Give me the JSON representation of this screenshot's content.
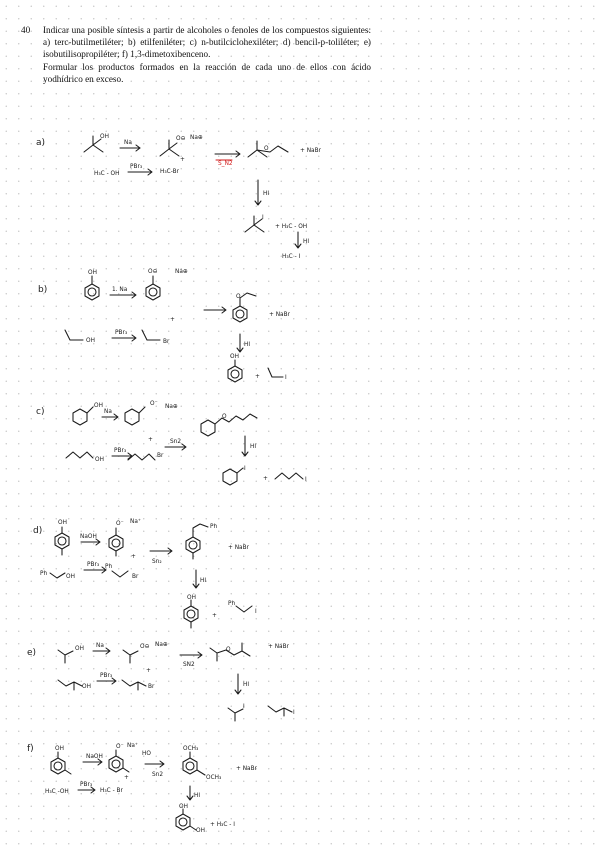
{
  "problem": {
    "number": "40",
    "paragraph1": "Indicar una posible síntesis a partir de alcoholes o fenoles de los compuestos siguientes: a) terc-butilmetiléter; b) etilfeniléter; c) n-butilciclohexiléter; d) bencil-p-toliléter; e) isobutilisopropiléter; f) 1,3-dimetoxibenceno.",
    "paragraph2": "Formular los productos formados en la reacción de cada uno de ellos con ácido yodhídrico en exceso."
  },
  "parts": {
    "a": {
      "label": "a)",
      "oh": "OH",
      "na": "Na",
      "o_neg": "O⊖",
      "na_pos": "Na⊕",
      "plus": "+",
      "sn2": "S_N2",
      "methanol": "H₃C - OH",
      "pbr3": "PBr₃",
      "mebr": "H₃C-Br",
      "nabr": "+ NaBr",
      "hi": "HI",
      "i": "I",
      "plus_meoh": "+ H₃C - OH",
      "hi2": "HI",
      "mei": "H₃C - I"
    },
    "b": {
      "label": "b)",
      "oh": "OH",
      "step": "1. Na",
      "o_neg": "O⊖",
      "na_pos": "Na⊕",
      "plus": "+",
      "o": "O",
      "nabr": "+ NaBr",
      "ethanol": "OH",
      "pbr3": "PBr₃",
      "br": "Br",
      "hi": "HI",
      "oh2": "OH",
      "plus2": "+",
      "i": "I"
    },
    "c": {
      "label": "c)",
      "oh": "OH",
      "na": "Na",
      "o_neg": "O⁻",
      "na_pos": "Na⊕",
      "plus": "+",
      "sn2": "Sn2",
      "o": "O",
      "oh2": "OH",
      "pbr3": "PBr₃",
      "br": "Br",
      "hi": "HI",
      "i": "I",
      "plus2": "+",
      "i2": "I"
    },
    "d": {
      "label": "d)",
      "oh": "OH",
      "naoh": "NaOH",
      "o_neg": "O⁻",
      "na_pos": "Na⁺",
      "plus": "+",
      "sn2": "Sn₂",
      "ph": "Ph",
      "nabr": "+ NaBr",
      "ph2": "Ph",
      "oh2": "OH",
      "pbr3": "PBr₃",
      "ph3": "Ph",
      "br": "Br",
      "hi": "HI",
      "oh3": "OH",
      "plus2": "+",
      "ph4": "Ph",
      "i": "I"
    },
    "e": {
      "label": "e)",
      "oh": "OH",
      "na": "Na",
      "o_neg": "O⊖",
      "na_pos": "Na⊕",
      "plus": "+",
      "sn2": "SN2",
      "o": "O",
      "nabr": "+ NaBr",
      "oh2": "OH",
      "pbr3": "PBr₃",
      "br": "Br",
      "hi": "HI",
      "i": "I",
      "i2": "I"
    },
    "f": {
      "label": "f)",
      "oh": "OH",
      "naoh": "NaOH",
      "o_neg": "O⁻",
      "na_pos": "Na⁺",
      "plus": "+",
      "sn2": "Sn2",
      "och3": "OCH₃",
      "och3b": "OCH₃",
      "nabr": "+ NaBr",
      "ho": "HO",
      "methanol": "H₃C -OH",
      "pbr3": "PBr₃",
      "mebr": "H₃C - Br",
      "hi": "HI",
      "oh2": "OH",
      "oh3": "OH",
      "mei": "+ H₃C - I"
    }
  }
}
